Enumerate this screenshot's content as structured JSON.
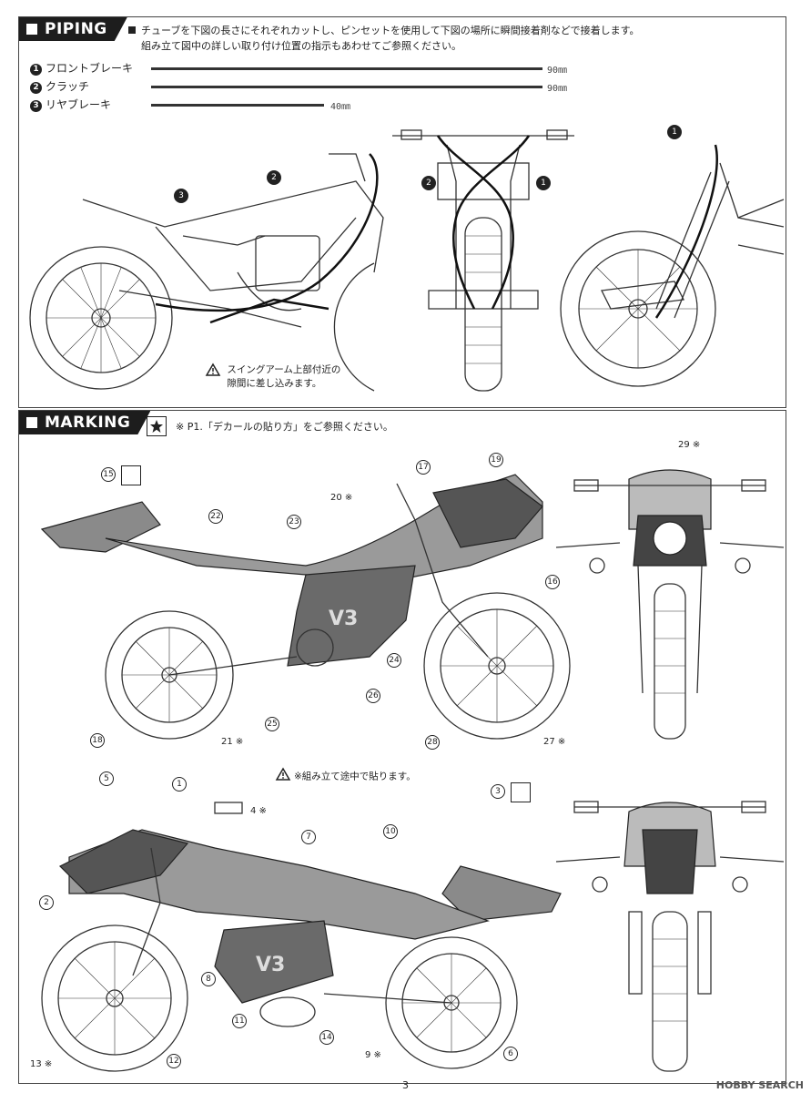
{
  "piping": {
    "heading": "PIPING",
    "instruction_line1": "チューブを下図の長さにそれぞれカットし、ピンセットを使用して下図の場所に瞬間接着剤などで接着します。",
    "instruction_line2": "組み立て図中の詳しい取り付け位置の指示もあわせてご参照ください。",
    "tubes": [
      {
        "num": "1",
        "label": "フロントブレーキ",
        "length": "90㎜"
      },
      {
        "num": "2",
        "label": "クラッチ",
        "length": "90㎜"
      },
      {
        "num": "3",
        "label": "リヤブレーキ",
        "length": "40㎜"
      }
    ],
    "warning_line1": "スイングアーム上部付近の",
    "warning_line2": "隙間に差し込みます。",
    "callouts": [
      "3",
      "2",
      "2",
      "1",
      "1"
    ]
  },
  "marking": {
    "heading": "MARKING",
    "note": "※ P1.「デカールの貼り方」をご参照ください。",
    "mid_warning": "※組み立て途中で貼ります。",
    "upper_callouts": [
      "15",
      "22",
      "23",
      "20 ※",
      "17",
      "19",
      "16",
      "24",
      "26",
      "25",
      "18",
      "21 ※",
      "28",
      "27 ※",
      "29 ※"
    ],
    "lower_callouts": [
      "5",
      "1",
      "4 ※",
      "7",
      "10",
      "3",
      "2",
      "8",
      "11",
      "14",
      "9 ※",
      "6",
      "13 ※",
      "12"
    ]
  },
  "page_number": "3",
  "watermark": "HOBBY SEARCH"
}
